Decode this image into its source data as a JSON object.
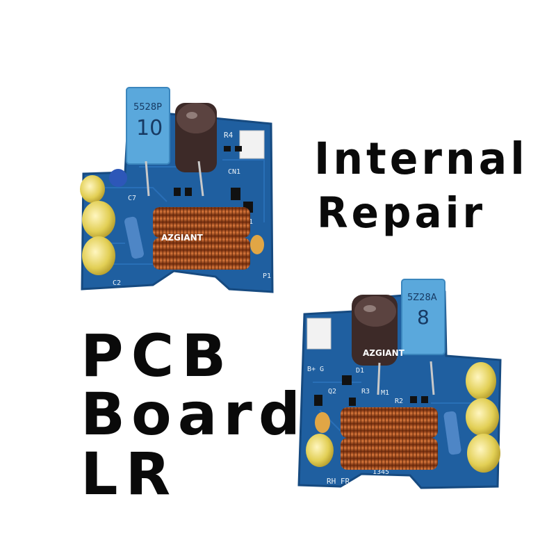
{
  "headline": {
    "line1": "Internal",
    "line2": "Repair"
  },
  "product_label": {
    "line1": "PCB",
    "line2": "Board",
    "line3": "LR"
  },
  "boards": {
    "left": {
      "pot_code": "5528P",
      "pot_value": "10",
      "brand": "AZGIANT",
      "silk": {
        "r4": "R4",
        "cn1": "CN1",
        "c2": "C2",
        "p1": "P1",
        "q1": "Q1",
        "c7": "C7"
      }
    },
    "right": {
      "pot_code": "5Z28A",
      "pot_value": "8",
      "brand": "AZGIANT",
      "silk": {
        "bplus": "B+ G",
        "d1": "D1",
        "q2": "Q2",
        "r3": "R3",
        "m1": "M1",
        "r2": "R2",
        "rh": "RH FR",
        "code": "1345"
      }
    }
  },
  "colors": {
    "pcb": "#1f5fa0",
    "pcb_dark": "#164a80",
    "coil": "#b2521e",
    "capacitor": "#e2cf55",
    "potentiometer": "#5aa8dc",
    "electrolytic": "#3d2a28",
    "text": "#0a0a0a"
  }
}
